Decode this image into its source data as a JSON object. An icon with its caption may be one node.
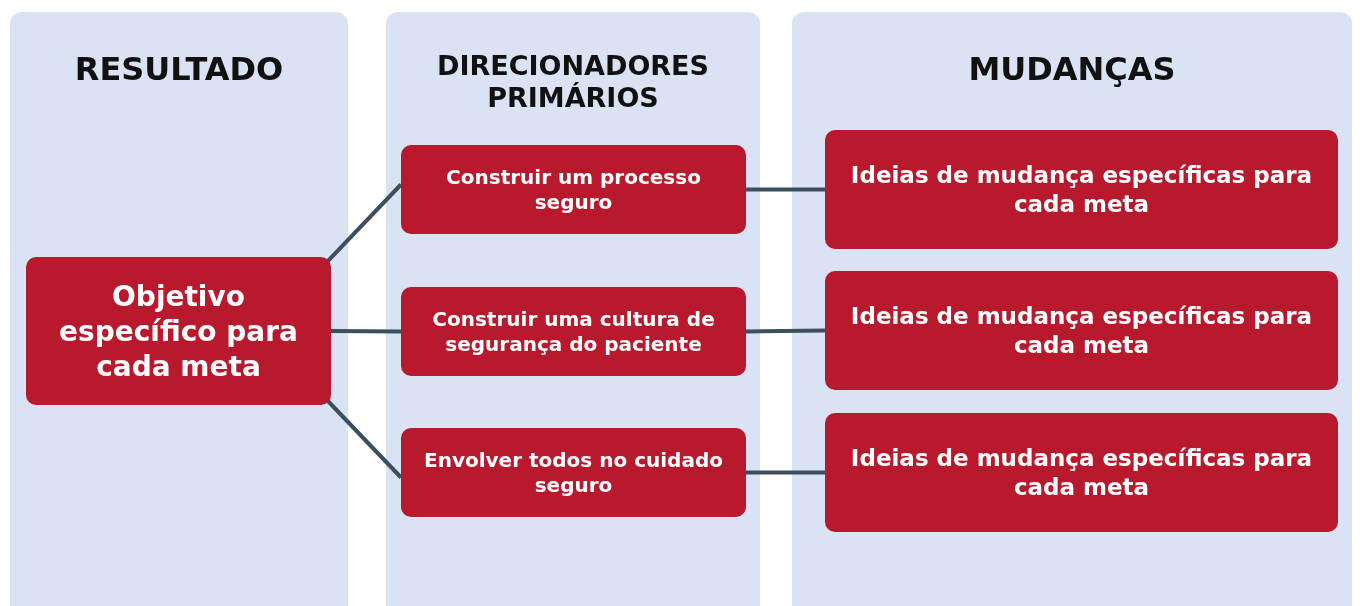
{
  "diagram": {
    "nodes": [
      {
        "text": [
          "RESULTADO"
        ]
      },
      {
        "text": [
          "DIRECIONADORES PRIMÁRIOS"
        ]
      },
      {
        "text": [
          "MUDANÇAS"
        ]
      },
      {
        "text": [
          "Objetivo específico para cada meta"
        ],
        "in": 0
      },
      {
        "text": [
          "Construir um processo seguro"
        ],
        "in": 1
      },
      {
        "text": [
          "Construir uma cultura de segurança do paciente"
        ],
        "in": 1
      },
      {
        "text": [
          "Envolver todos no cuidado seguro"
        ],
        "in": 1
      },
      {
        "text": [
          "Ideias de mudança específicas para cada meta"
        ],
        "in": 2
      },
      {
        "text": [
          "Ideias de mudança específicas para cada meta"
        ],
        "in": 2
      },
      {
        "text": [
          "Ideias de mudança específicas para cada meta"
        ],
        "in": 2
      }
    ],
    "edges": [
      {
        "from": 3,
        "to": 4,
        "arrow": "none"
      },
      {
        "from": 3,
        "to": 5,
        "arrow": "none"
      },
      {
        "from": 3,
        "to": 6,
        "arrow": "none"
      },
      {
        "from": 4,
        "to": 7,
        "arrow": "none"
      },
      {
        "from": 5,
        "to": 8,
        "arrow": "none"
      },
      {
        "from": 6,
        "to": 9,
        "arrow": "none"
      }
    ]
  }
}
